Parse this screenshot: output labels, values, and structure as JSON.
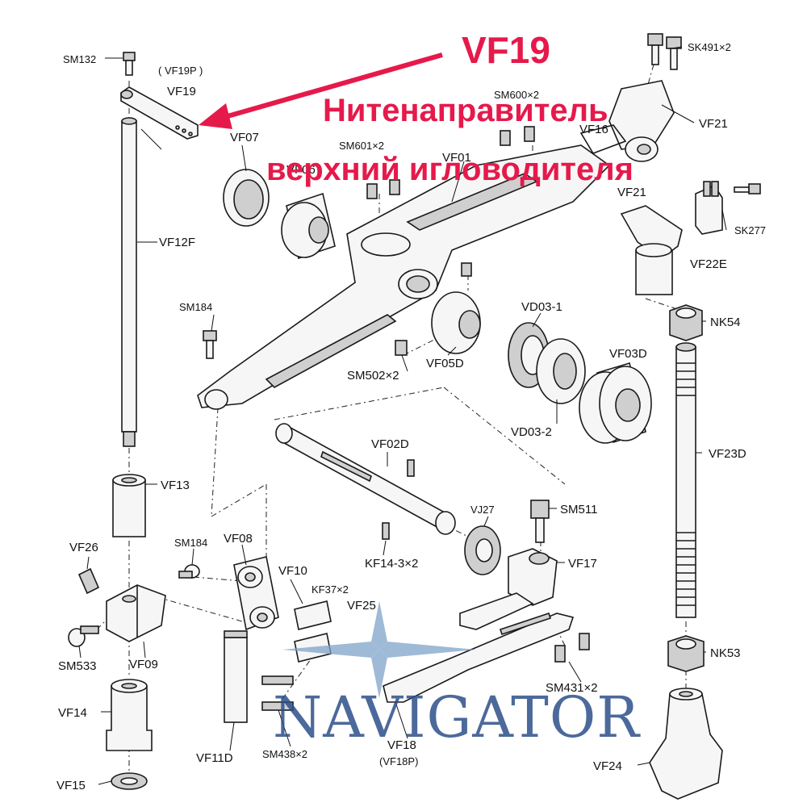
{
  "annotation": {
    "part_code": "VF19",
    "line1": "Нитенаправитель",
    "line2": "верхний игловодителя",
    "color": "#e6194b"
  },
  "watermark": {
    "text": "NAVIGATOR",
    "color": "#2d4f8a"
  },
  "labels": {
    "sm132": "SM132",
    "vf19p_top": "( VF19P )",
    "vf19": "VF19",
    "vf07": "VF07",
    "vf06": "VF06",
    "sm601": "SM601×2",
    "vf01": "VF01",
    "sm600": "SM600×2",
    "vf16": "VF16",
    "sk491": "SK491×2",
    "vf21_top": "VF21",
    "vf21": "VF21",
    "sk277": "SK277",
    "vf22e": "VF22E",
    "vf12f": "VF12F",
    "sm184_a": "SM184",
    "nk54": "NK54",
    "vd03_1": "VD03-1",
    "vf03d": "VF03D",
    "sm502": "SM502×2",
    "vf05d": "VF05D",
    "vd03_2": "VD03-2",
    "vf02d": "VF02D",
    "vf23d": "VF23D",
    "vf13": "VF13",
    "vj27": "VJ27",
    "sm511": "SM511",
    "vf26": "VF26",
    "sm184_b": "SM184",
    "vf08": "VF08",
    "vf10": "VF10",
    "kf14": "KF14-3×2",
    "vf17": "VF17",
    "kf37": "KF37×2",
    "vf25": "VF25",
    "sm533": "SM533",
    "vf09": "VF09",
    "nk53": "NK53",
    "sm431": "SM431×2",
    "vf14": "VF14",
    "vf18": "VF18",
    "vf18p": "(VF18P)",
    "vf11d": "VF11D",
    "sm438": "SM438×2",
    "vf24": "VF24",
    "vf15": "VF15"
  }
}
